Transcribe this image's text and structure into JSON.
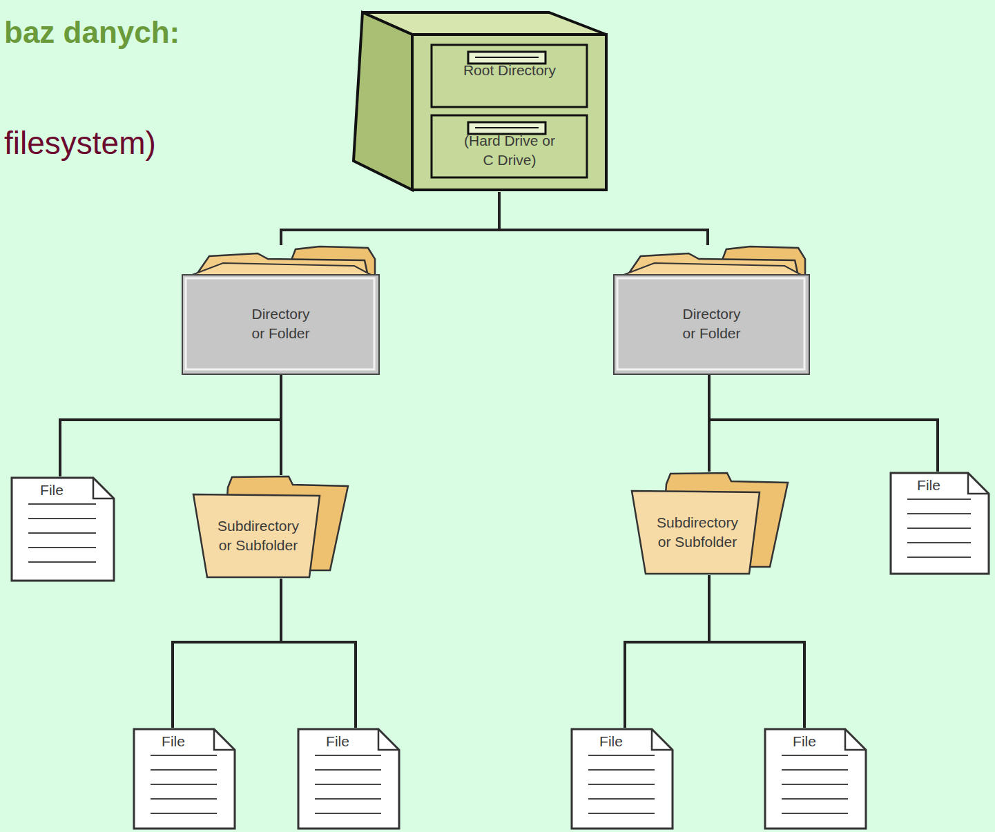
{
  "diagram": {
    "title": "baz danych:",
    "nodes": [
      {
        "text": [
          "Root Directory",
          "(Hard Drive or C Drive)"
        ]
      },
      {
        "text": [
          "Directory or Folder"
        ]
      },
      {
        "text": [
          "Directory or Folder"
        ]
      },
      {
        "text": [
          "File"
        ]
      },
      {
        "text": [
          "Subdirectory or Subfolder"
        ]
      },
      {
        "text": [
          "Subdirectory or Subfolder"
        ]
      },
      {
        "text": [
          "File"
        ]
      },
      {
        "text": [
          "File"
        ]
      },
      {
        "text": [
          "File"
        ]
      },
      {
        "text": [
          "File"
        ]
      },
      {
        "text": [
          "File"
        ]
      }
    ],
    "edges": [
      {
        "from": 0,
        "to": 1,
        "arrow": "none"
      },
      {
        "from": 0,
        "to": 2,
        "arrow": "none"
      },
      {
        "from": 1,
        "to": 3,
        "arrow": "none"
      },
      {
        "from": 1,
        "to": 4,
        "arrow": "none"
      },
      {
        "from": 2,
        "to": 5,
        "arrow": "none"
      },
      {
        "from": 2,
        "to": 6,
        "arrow": "none"
      },
      {
        "from": 4,
        "to": 7,
        "arrow": "none"
      },
      {
        "from": 4,
        "to": 8,
        "arrow": "none"
      },
      {
        "from": 5,
        "to": 9,
        "arrow": "none"
      },
      {
        "from": 5,
        "to": 10,
        "arrow": "none"
      }
    ],
    "labels": [
      "filesystem)"
    ]
  }
}
